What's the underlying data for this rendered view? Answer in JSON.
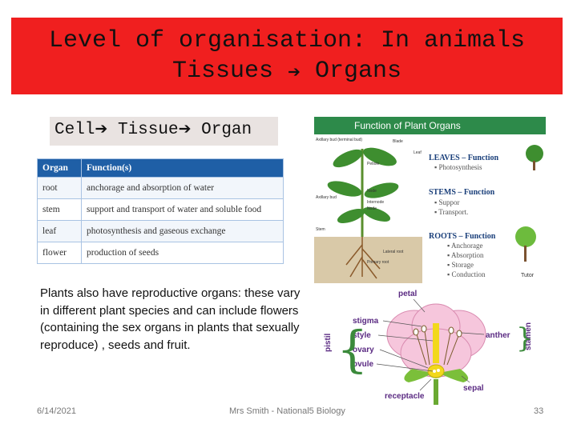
{
  "title": {
    "line1": "Level of organisation: In animals",
    "line2_a": "Tissues",
    "line2_b": "Organs",
    "arrow": "➔"
  },
  "flow": {
    "cell": "Cell",
    "tissue": "Tissue",
    "organ": "Organ"
  },
  "table": {
    "headers": [
      "Organ",
      "Function(s)"
    ],
    "rows": [
      [
        "root",
        "anchorage and absorption of water"
      ],
      [
        "stem",
        "support and transport of water and soluble food"
      ],
      [
        "leaf",
        "photosynthesis and gaseous exchange"
      ],
      [
        "flower",
        "production of seeds"
      ]
    ]
  },
  "paragraph": "Plants also have reproductive organs: these vary in different plant species and can include flowers (containing the sex organs in plants that sexually reproduce) , seeds and fruit.",
  "footer": {
    "date": "6/14/2021",
    "author": "Mrs Smith - National5 Biology",
    "page": "33"
  },
  "organs_figure": {
    "heading": "Function of Plant Organs",
    "leaves": {
      "title": "LEAVES – Function",
      "items": [
        "Photosynthesis"
      ]
    },
    "stems": {
      "title": "STEMS – Function",
      "items": [
        "Suppor",
        "Transport."
      ]
    },
    "roots": {
      "title": "ROOTS – Function",
      "items": [
        "Anchorage",
        "Absorption",
        "Storage",
        "Conduction"
      ]
    },
    "labels": [
      "Axillary bud (terminal bud)",
      "Petiole",
      "Blade",
      "Leaf",
      "Axillary bud",
      "Node",
      "Internode",
      "Node",
      "Stem",
      "Lateral root",
      "Primary root"
    ],
    "brand": "Tutor"
  },
  "flower_figure": {
    "petal": "petal",
    "stigma": "stigma",
    "style": "style",
    "ovary": "ovary",
    "ovule": "ovule",
    "pistil": "pistil",
    "anther": "anther",
    "stamen": "stamen",
    "sepal": "sepal",
    "receptacle": "receptacle"
  },
  "colors": {
    "title_bg": "#f01f1f",
    "table_header": "#1f5fa6",
    "fig_heading_bg": "#2d8a4a",
    "label_purple": "#5a2a82"
  }
}
